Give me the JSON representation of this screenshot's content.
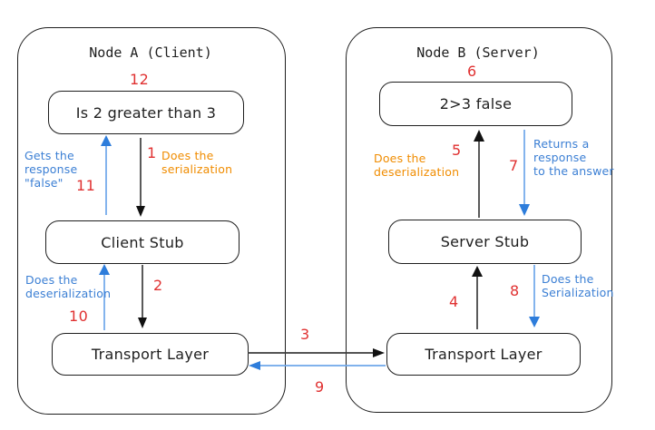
{
  "colors": {
    "red": "#e03131",
    "orange": "#f08c00",
    "blue": "#3b7fd4",
    "blue_light": "#6ea7ea",
    "ink": "#1e1e1e"
  },
  "node_a": {
    "title": "Node A (Client)",
    "boxes": {
      "request": "Is 2 greater than 3",
      "client_stub": "Client Stub",
      "transport": "Transport Layer"
    }
  },
  "node_b": {
    "title": "Node B (Server)",
    "boxes": {
      "result": "2>3 false",
      "server_stub": "Server Stub",
      "transport": "Transport Layer"
    }
  },
  "steps": {
    "s1": "1",
    "s2": "2",
    "s3": "3",
    "s4": "4",
    "s5": "5",
    "s6": "6",
    "s7": "7",
    "s8": "8",
    "s9": "9",
    "s10": "10",
    "s11": "11",
    "s12": "12"
  },
  "annotations": {
    "gets_response": "Gets the\nresponse\n\"false\"",
    "does_serialization": "Does the\nserialization",
    "does_deserialization_client": "Does the\ndeserialization",
    "does_deserialization_server": "Does the\ndeserialization",
    "returns_response": "Returns a\nresponse\nto the answer",
    "does_serialization_server": "Does the\nSerialization"
  }
}
